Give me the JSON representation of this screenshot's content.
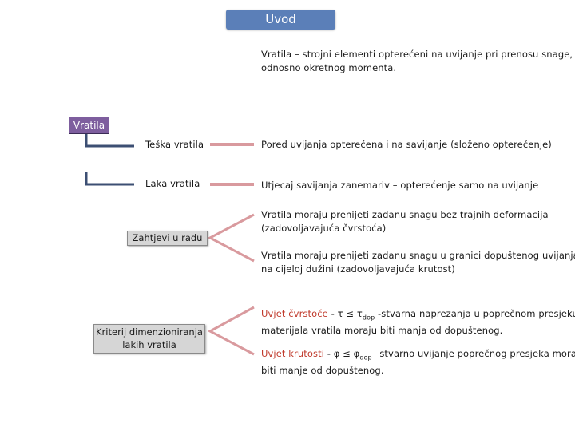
{
  "title": "Uvod",
  "intro": {
    "line1": "Vratila – strojni elementi opterećeni na uvijanje pri prenosu snage,",
    "line2": "odnosno okretnog momenta."
  },
  "root_label": "Vratila",
  "branches": [
    {
      "label": "Teška vratila",
      "description": "Pored uvijanja opterećena i na savijanje (složeno opterećenje)"
    },
    {
      "label": "Laka vratila",
      "description": "Utjecaj savijanja zanemariv – opterećenje samo na uvijanje"
    }
  ],
  "requirements": {
    "label": "Zahtjevi u radu",
    "items": [
      {
        "line1": "Vratila moraju prenijeti zadanu snagu bez trajnih deformacija",
        "line2": "(zadovoljavajuća čvrstoća)"
      },
      {
        "line1": "Vratila moraju prenijeti zadanu snagu u granici dopuštenog uvijanja",
        "line2": "na cijeloj dužini (zadovoljavajuća krutost)"
      }
    ]
  },
  "criteria": {
    "label_line1": "Kriterij dimenzioniranja",
    "label_line2": "lakih vratila",
    "strength": {
      "name": "Uvjet čvrstoće",
      "formula_pre": " - τ ≤ τ",
      "subscript": "dop",
      "rest_line1": " -stvarna naprezanja u poprečnom presjeku",
      "line2": "materijala vratila moraju biti manja od dopuštenog."
    },
    "stiffness": {
      "name": "Uvjet krutosti",
      "formula_pre": " - φ ≤ φ",
      "subscript": "dop",
      "rest_line1": " –stvarno uvijanje poprečnog presjeka mora",
      "line2": "biti manje od dopuštenog."
    }
  },
  "colors": {
    "title_bg": "#5b7fb8",
    "root_bg": "#7e5e9e",
    "connector": "#3c4f73",
    "arrow": "#d99a9e",
    "highlight": "#c0392b"
  }
}
